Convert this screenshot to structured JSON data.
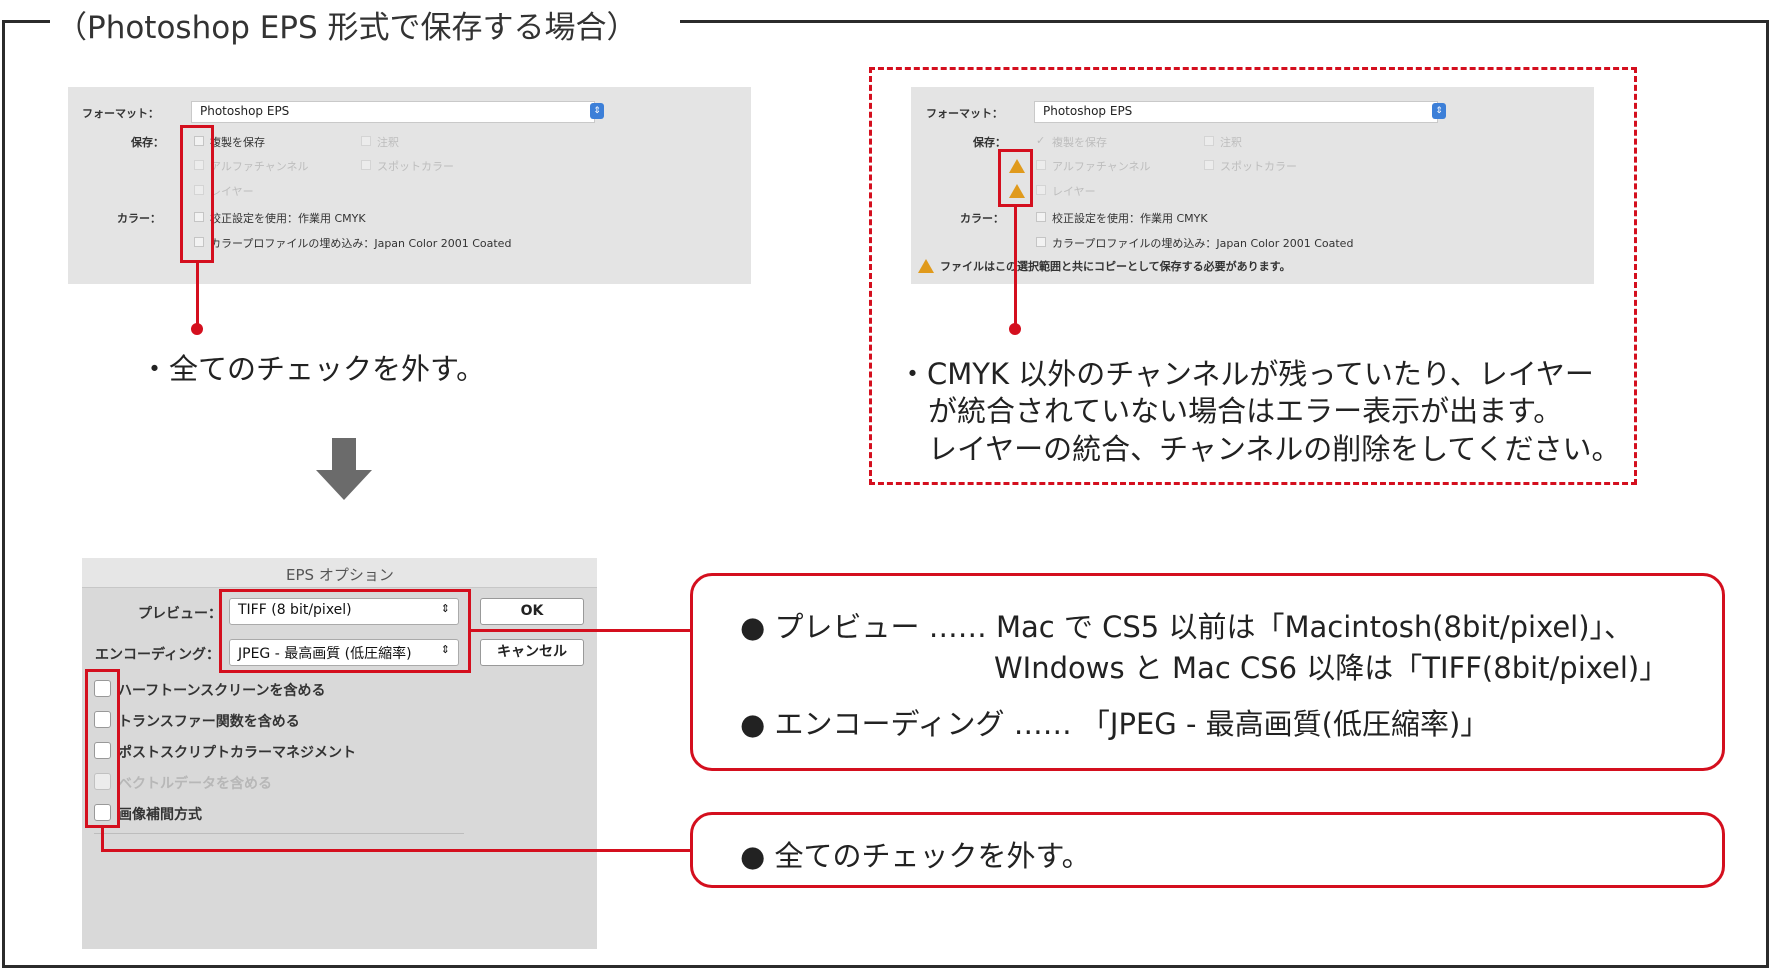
{
  "section_title": "（Photoshop EPS 形式で保存する場合）",
  "dialog_left": {
    "format_label": "フォーマット：",
    "format_value": "Photoshop EPS",
    "save_label": "保存：",
    "color_label": "カラー：",
    "options": [
      "複製を保存",
      "注釈",
      "アルファチャンネル",
      "スポットカラー",
      "レイヤー",
      "校正設定を使用：作業用 CMYK",
      "カラープロファイルの埋め込み：Japan Color 2001 Coated"
    ]
  },
  "dialog_right": {
    "format_label": "フォーマット：",
    "format_value": "Photoshop EPS",
    "save_label": "保存：",
    "color_label": "カラー：",
    "options": [
      "複製を保存",
      "注釈",
      "アルファチャンネル",
      "スポットカラー",
      "レイヤー",
      "校正設定を使用：作業用 CMYK",
      "カラープロファイルの埋め込み：Japan Color 2001 Coated"
    ],
    "warning_text": "ファイルはこの選択範囲と共にコピーとして保存する必要があります。"
  },
  "note_left": "・全てのチェックを外す。",
  "note_right": {
    "line1": "・CMYK 以外のチャンネルが残っていたり、レイヤー",
    "line2": "が統合されていない場合はエラー表示が出ます。",
    "line3": "レイヤーの統合、チャンネルの削除をしてください。"
  },
  "eps_dialog": {
    "title": "EPS オプション",
    "preview_label": "プレビュー：",
    "preview_value": "TIFF (8 bit/pixel)",
    "encoding_label": "エンコーディング：",
    "encoding_value": "JPEG - 最高画質 (低圧縮率)",
    "ok_label": "OK",
    "cancel_label": "キャンセル",
    "checkboxes": [
      {
        "label": "ハーフトーンスクリーンを含める",
        "enabled": true
      },
      {
        "label": "トランスファー関数を含める",
        "enabled": true
      },
      {
        "label": "ポストスクリプトカラーマネジメント",
        "enabled": true
      },
      {
        "label": "ベクトルデータを含める",
        "enabled": false
      },
      {
        "label": "画像補間方式",
        "enabled": true
      }
    ]
  },
  "callout_top": {
    "line1": "● プレビュー …… Mac で CS5 以前は「Macintosh(8bit/pixel)」、",
    "line2": "WIndows と Mac CS6 以降は「TIFF(8bit/pixel)」",
    "line3": "● エンコーディング …… 「JPEG - 最高画質(低圧縮率)」"
  },
  "callout_bottom": "● 全てのチェックを外す。",
  "colors": {
    "accent_red": "#d40f1e",
    "panel_gray": "#e4e4e4",
    "arrow_gray": "#6b6b6b",
    "warning": "#e09a1c"
  }
}
